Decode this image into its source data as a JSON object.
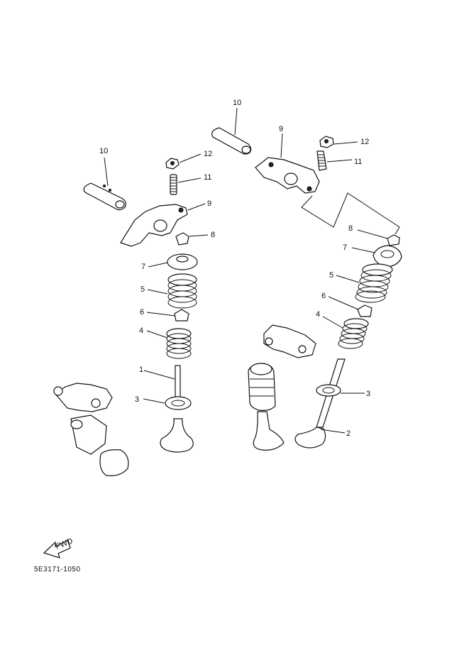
{
  "diagram": {
    "part_code": "5E3171-1050",
    "fwd_badge": "FWD",
    "callouts": {
      "c1": "1",
      "c2": "2",
      "c3": "3",
      "c3b": "3",
      "c4": "4",
      "c4b": "4",
      "c5": "5",
      "c5b": "5",
      "c6": "6",
      "c6b": "6",
      "c7": "7",
      "c7b": "7",
      "c8": "8",
      "c8b": "8",
      "c9": "9",
      "c9b": "9",
      "c10": "10",
      "c10b": "10",
      "c11": "11",
      "c11b": "11",
      "c12": "12",
      "c12b": "12"
    },
    "icons": [
      "fwd-arrow-icon"
    ]
  }
}
